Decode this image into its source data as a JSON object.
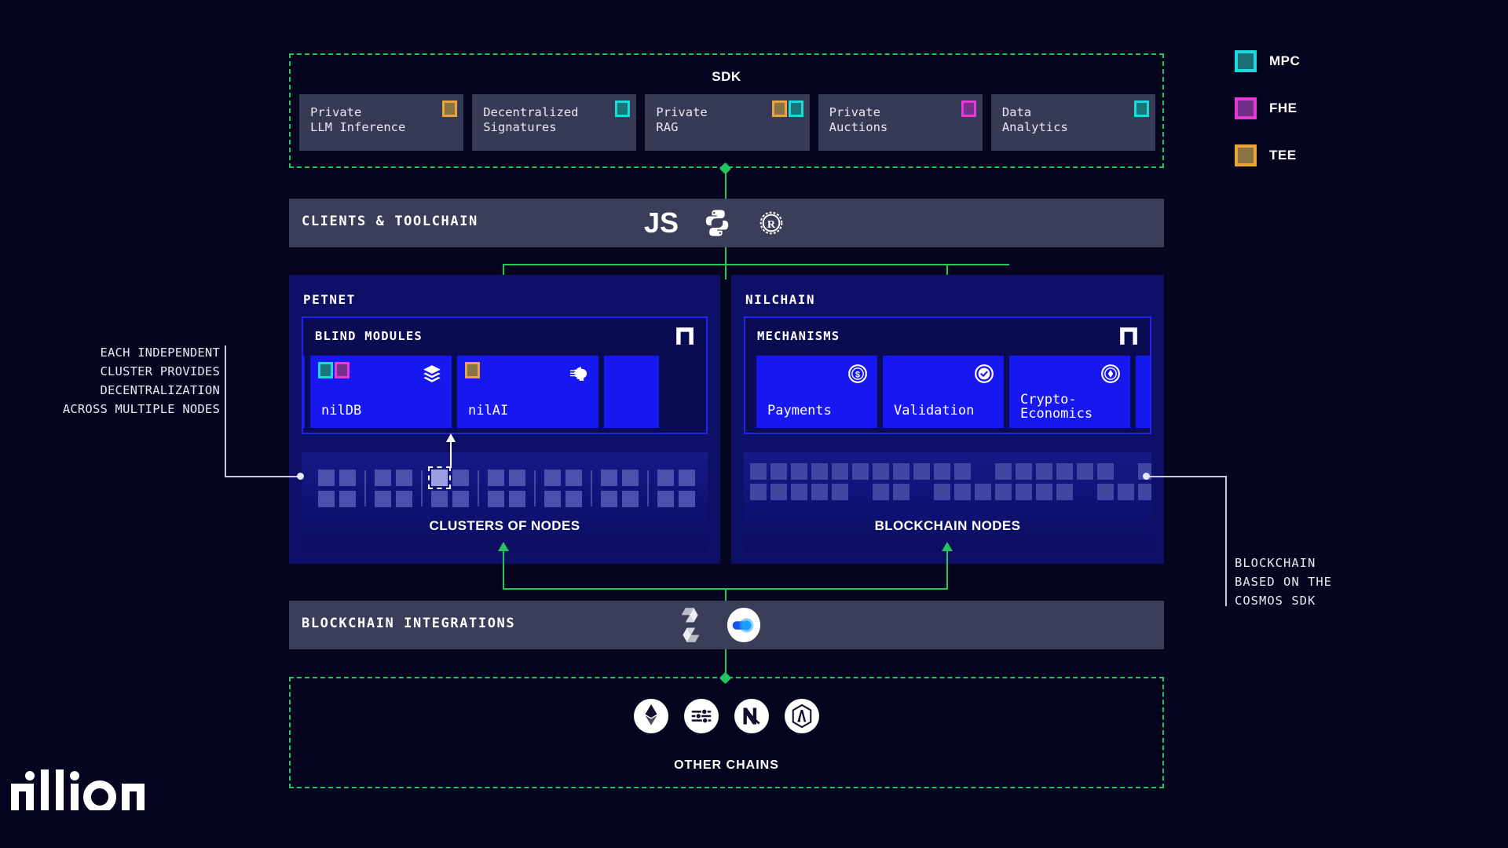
{
  "legend": {
    "items": [
      {
        "label": "MPC",
        "color": "#1ed9d9",
        "key": "mpc"
      },
      {
        "label": "FHE",
        "color": "#e838d8",
        "key": "fhe"
      },
      {
        "label": "TEE",
        "color": "#e9a53b",
        "key": "tee"
      }
    ]
  },
  "sdk": {
    "title": "SDK",
    "cards": [
      {
        "text": "Private\nLLM Inference",
        "tags": [
          "tee"
        ]
      },
      {
        "text": "Decentralized\nSignatures",
        "tags": [
          "mpc"
        ]
      },
      {
        "text": "Private\nRAG",
        "tags": [
          "tee",
          "mpc"
        ]
      },
      {
        "text": "Private\nAuctions",
        "tags": [
          "fhe"
        ]
      },
      {
        "text": "Data\nAnalytics",
        "tags": [
          "mpc"
        ]
      }
    ]
  },
  "clients": {
    "title": "CLIENTS & TOOLCHAIN",
    "icons": [
      "javascript-icon",
      "python-icon",
      "rust-icon"
    ]
  },
  "petnet": {
    "title": "PETNET",
    "modules_title": "BLIND MODULES",
    "brand_mark": "nillion-mark-icon",
    "modules": [
      {
        "name": "",
        "partial": true,
        "tags": [],
        "icon": ""
      },
      {
        "name": "nilDB",
        "partial": false,
        "tags": [
          "mpc",
          "fhe"
        ],
        "icon": "database-stack-icon"
      },
      {
        "name": "nilAI",
        "partial": false,
        "tags": [
          "tee"
        ],
        "icon": "ai-head-icon"
      },
      {
        "name": "",
        "partial": true,
        "tags": [],
        "icon": ""
      }
    ],
    "nodes_caption": "CLUSTERS OF NODES",
    "cluster_count": 7,
    "highlighted_node_index": 2
  },
  "nilchain": {
    "title": "NILCHAIN",
    "modules_title": "MECHANISMS",
    "brand_mark": "nillion-mark-icon",
    "modules": [
      {
        "name": "Payments",
        "partial": false,
        "icon": "dollar-coin-icon"
      },
      {
        "name": "Validation",
        "partial": false,
        "icon": "check-coin-icon"
      },
      {
        "name": "Crypto-\nEconomics",
        "partial": false,
        "icon": "token-coin-icon"
      },
      {
        "name": "",
        "partial": true,
        "icon": ""
      }
    ],
    "nodes_caption": "BLOCKCHAIN NODES"
  },
  "integrations": {
    "title": "BLOCKCHAIN INTEGRATIONS",
    "icons": [
      "solidity-icon",
      "toggle-blue-icon"
    ]
  },
  "other_chains": {
    "caption": "OTHER CHAINS",
    "icons": [
      "ethereum-icon",
      "aleo-icon",
      "near-icon",
      "arbitrum-hex-icon"
    ]
  },
  "annotations": {
    "left": "EACH INDEPENDENT\nCLUSTER PROVIDES\nDECENTRALIZATION\nACROSS MULTIPLE NODES",
    "right": "BLOCKCHAIN\nBASED ON THE\nCOSMOS SDK"
  },
  "brand": {
    "name": "nillion"
  },
  "colors": {
    "background": "#05051f",
    "green_accent": "#22c55e",
    "panel_blue": "#0d1066",
    "module_blue": "#1717f0",
    "bar_gray": "#3a3e58",
    "card_gray": "#363a55"
  }
}
